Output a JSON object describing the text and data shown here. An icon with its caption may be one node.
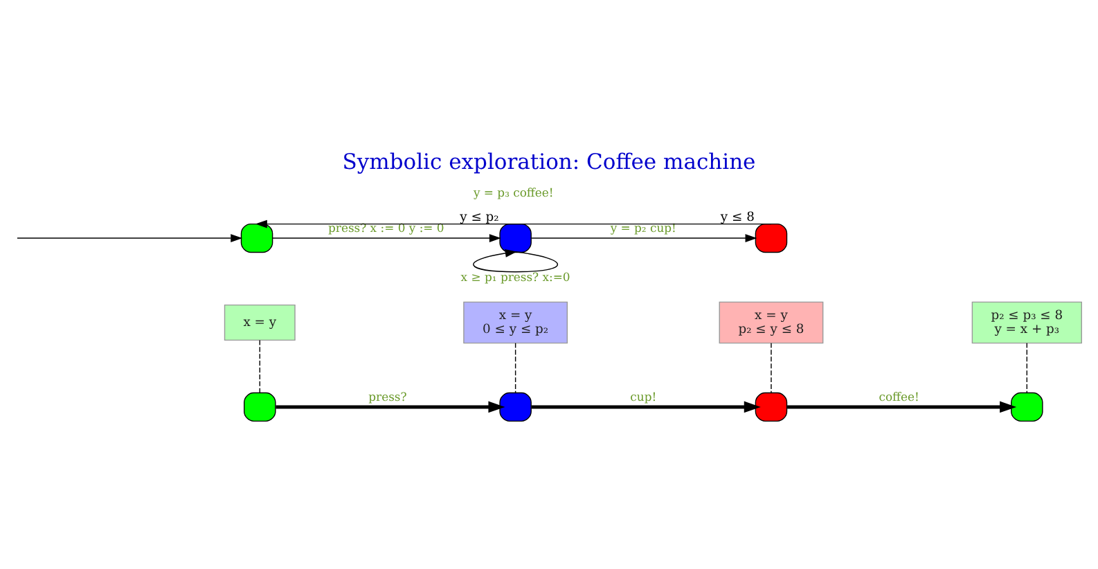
{
  "diagram": {
    "title": "Symbolic exploration: Coffee machine",
    "nodes": [
      {
        "text": [],
        "shape": "box"
      },
      {
        "text": [],
        "shape": "box",
        "beside": [
          "y ≤ p₂"
        ]
      },
      {
        "text": [],
        "shape": "box",
        "beside": [
          "y ≤ 8"
        ]
      },
      {
        "text": [
          "x = y"
        ]
      },
      {
        "text": [
          "x = y",
          "0 ≤ y ≤ p₂"
        ]
      },
      {
        "text": [
          "x = y",
          "p₂ ≤ y ≤ 8"
        ]
      },
      {
        "text": [
          "p₂ ≤ p₃ ≤ 8",
          "y = x + p₃"
        ]
      },
      {
        "text": [],
        "shape": "box"
      },
      {
        "text": [],
        "shape": "box"
      },
      {
        "text": [],
        "shape": "box"
      },
      {
        "text": [],
        "shape": "box"
      }
    ],
    "edges": [
      {
        "from": null,
        "to": 0,
        "arrow": "to"
      },
      {
        "from": 0,
        "to": 1,
        "arrow": "to",
        "label": "press? x := 0 y := 0"
      },
      {
        "from": 1,
        "to": 1,
        "arrow": "to",
        "label": "x ≥ p₁ press? x:=0"
      },
      {
        "from": 1,
        "to": 2,
        "arrow": "to",
        "label": "y = p₂ cup!"
      },
      {
        "from": 2,
        "to": 0,
        "arrow": "to",
        "label": "y = p₃ coffee!"
      },
      {
        "from": 3,
        "to": 7,
        "arrow": "none",
        "style": "dashed"
      },
      {
        "from": 4,
        "to": 8,
        "arrow": "none",
        "style": "dashed"
      },
      {
        "from": 5,
        "to": 9,
        "arrow": "none",
        "style": "dashed"
      },
      {
        "from": 6,
        "to": 10,
        "arrow": "none",
        "style": "dashed"
      },
      {
        "from": 7,
        "to": 8,
        "arrow": "to",
        "style": "thick",
        "label": "press?"
      },
      {
        "from": 8,
        "to": 9,
        "arrow": "to",
        "style": "thick",
        "label": "cup!"
      },
      {
        "from": 9,
        "to": 10,
        "arrow": "to",
        "style": "thick",
        "label": "coffee!"
      }
    ]
  }
}
